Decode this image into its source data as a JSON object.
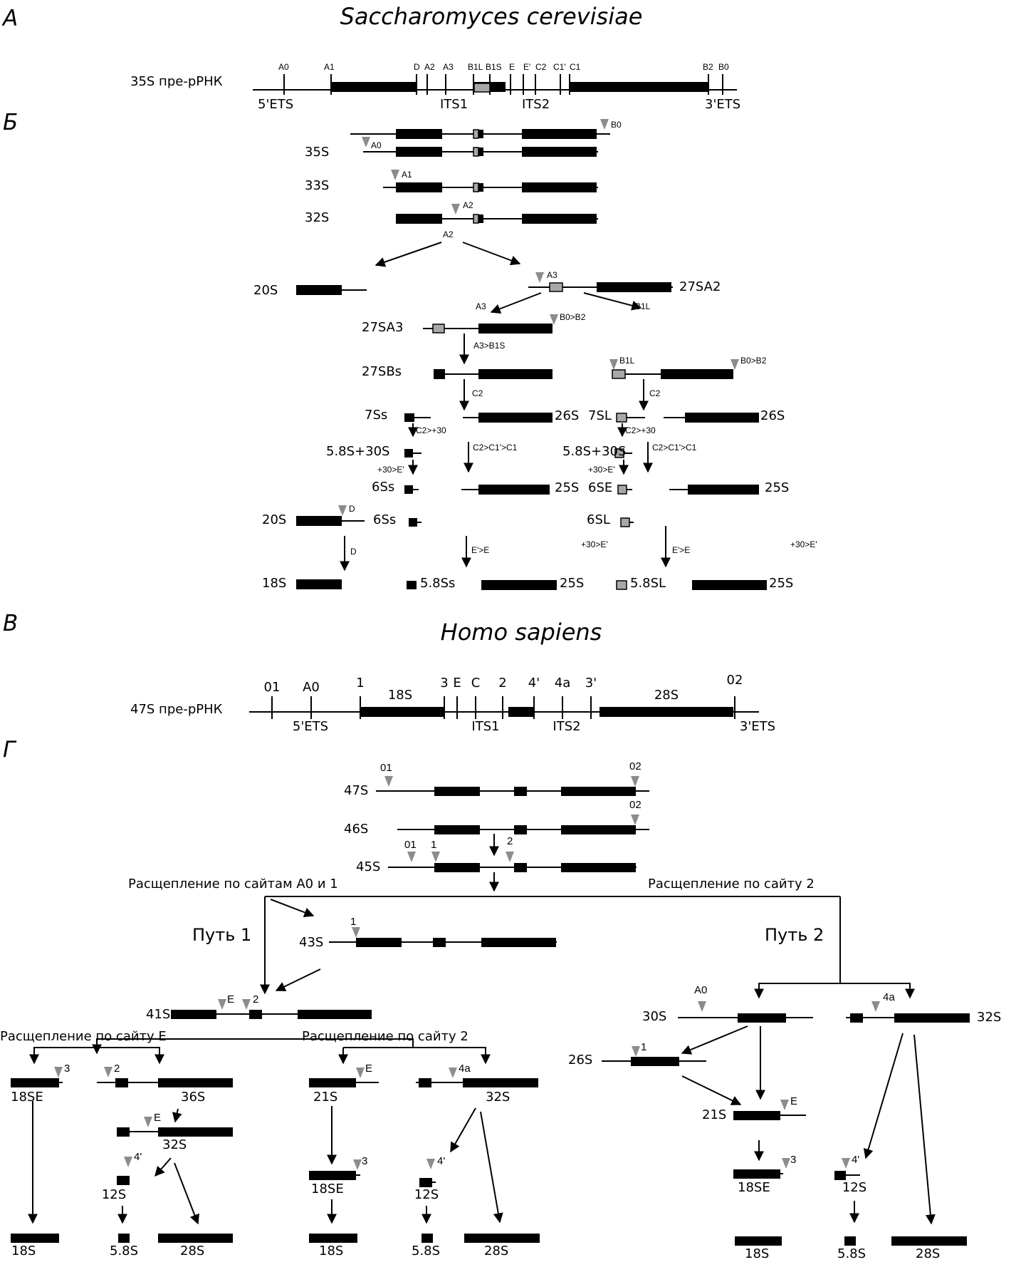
{
  "panel_a": {
    "letter": "А",
    "title": "Saccharomyces cerevisiae",
    "label": "35S пре-рРНК",
    "sites": [
      "A0",
      "A1",
      "D",
      "A2",
      "A3",
      "B1L",
      "B1S",
      "E",
      "E'",
      "C2",
      "C1'",
      "C1",
      "B2",
      "B0"
    ],
    "regions": [
      "5'ETS",
      "ITS1",
      "ITS2",
      "3'ETS"
    ]
  },
  "panel_b": {
    "letter": "Б",
    "species": [
      "35S",
      "33S",
      "32S",
      "20S",
      "27SA2",
      "27SA3",
      "27SBs",
      "7Ss",
      "26S",
      "7SL",
      "5.8S+30S",
      "6Ss",
      "25S",
      "6SE",
      "6SL",
      "18S",
      "5.8Ss",
      "5.8SL"
    ],
    "cleavage": [
      "B0",
      "A0",
      "A1",
      "A2",
      "A3",
      "B1L",
      "B0>B2",
      "A3>B1S",
      "C2",
      "C2>+30",
      "C2>C1'>C1",
      "+30>E'",
      "D",
      "E'>E"
    ]
  },
  "panel_c": {
    "letter": "В",
    "title": "Homo sapiens",
    "label": "47S пре-рРНК",
    "sites": [
      "01",
      "A0",
      "1",
      "3",
      "E",
      "C",
      "2",
      "4'",
      "4a",
      "3'",
      "02"
    ],
    "regions": [
      "18S",
      "28S",
      "5'ETS",
      "ITS1",
      "ITS2",
      "3'ETS"
    ]
  },
  "panel_d": {
    "letter": "Г",
    "species": [
      "47S",
      "46S",
      "45S",
      "43S",
      "41S",
      "30S",
      "32S",
      "26S",
      "21S",
      "18SE",
      "36S",
      "12S",
      "18S",
      "5.8S",
      "28S"
    ],
    "sites": [
      "01",
      "02",
      "1",
      "2",
      "E",
      "3",
      "4a",
      "4'",
      "A0"
    ],
    "cleave_a0_1": "Расщепление по сайтам А0 и 1",
    "cleave_2": "Расщепление по сайту 2",
    "cleave_e": "Расщепление по сайту Е",
    "path1": "Путь 1",
    "path2": "Путь 2"
  }
}
